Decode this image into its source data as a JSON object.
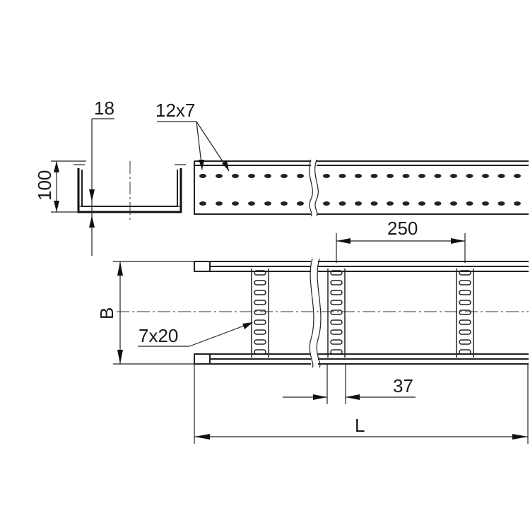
{
  "labels": {
    "flange_width": "18",
    "hole_size": "12x7",
    "height": "100",
    "rung_pitch": "250",
    "width": "B",
    "slot_size": "7x20",
    "rung_width": "37",
    "length": "L"
  },
  "colors": {
    "line": "#222222",
    "background": "#ffffff"
  }
}
